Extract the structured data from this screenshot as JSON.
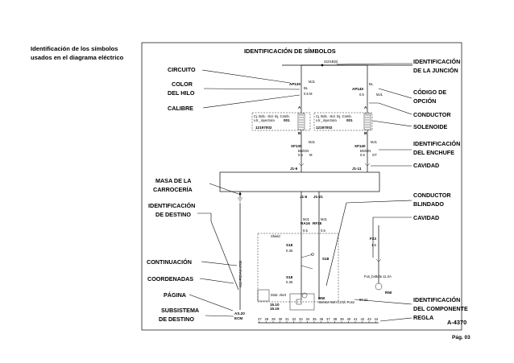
{
  "caption": "Identificación de los símbolos usados en el diagrama eléctrico",
  "page_number": "Pág. 03",
  "diagram": {
    "title": "IDENTIFICACIÓN DE SÍMBOLOS",
    "figure_id": "A-4370",
    "splice_label": "S101B(s)",
    "left_labels": {
      "circuito": "CIRCUITO",
      "color1": "COLOR",
      "color2": "DEL HILO",
      "calibre": "CALIBRE",
      "masa1": "MASA DE LA",
      "masa2": "CARROCERÍA",
      "ident_dest1": "IDENTIFICACIÓN",
      "ident_dest2": "DE DESTINO",
      "continuacion": "CONTINUACIÓN",
      "coordenadas": "COORDENADAS",
      "pagina": "PÁGINA",
      "subsistema1": "SUBSISTEMA",
      "subsistema2": "DE DESTINO"
    },
    "right_labels": {
      "junc1": "IDENTIFICACIÓN",
      "junc2": "DE LA JUNCIÓN",
      "codigo1": "CÓDIGO DE",
      "codigo2": "OPCIÓN",
      "conductor": "CONDUCTOR",
      "solenoide": "SOLENOIDE",
      "enchufe1": "IDENTIFICACIÓN",
      "enchufe2": "DEL ENCHUFE",
      "cavidad1": "CAVIDAD",
      "blindado1": "CONDUCTOR",
      "blindado2": "BLINDADO",
      "cavidad2": "CAVIDAD",
      "comp1": "IDENTIFICACIÓN",
      "comp2": "DEL COMPONENTE",
      "regla": "REGLA"
    },
    "wire_labels": {
      "ap130": "AP130",
      "ap130_color": "BL",
      "ap130_gauge": "0.5",
      "ap140": "AP140",
      "ap140_color": "BL",
      "ap140_gauge": "0.5",
      "m1": "M",
      "m2": "M",
      "xf130": "XF130",
      "xf130_color": "BN/GN",
      "xf130_gauge": "0.5",
      "xf140": "XF140",
      "xf140_color": "BN/GN",
      "xf140_gauge": "0.5",
      "mj1a": "MJ1",
      "mj1b": "MJ1",
      "mj1c": "MJ1",
      "mj1d": "MJ1",
      "cav_left": "J1-9",
      "cav_right": "J1-11",
      "cav_low1": "J1-6",
      "cav_low2": "J1-21",
      "sol1_a": "Cj. Bob. -Sol. Inj. Comb.",
      "sol1_b": "v.tr._inyectora",
      "sol1_num": "001",
      "sol1_code": "12197002",
      "sol2_a": "Cj. Bob. -Sol. Inj. Comb.",
      "sol2_b": "v.tr._inyectora",
      "sol2_num": "001",
      "sol2_code": "12197002",
      "pin_a1": "A",
      "pin_b1": "B",
      "pin_a2": "A",
      "pin_b2": "B",
      "rf15": "RF15",
      "ra16": "RA16",
      "s18a": "S18",
      "s18b": "S18",
      "s18c": "S18",
      "g035a": "0.35",
      "g035b": "0.35",
      "gauge05a": "0.5",
      "gauge05b": "0.5",
      "shield": "Shield",
      "sensor_a": "Sensor Asm Cr/Sh Posn",
      "sensor_num": "B50",
      "sensor_code": "80.22",
      "dist_label": "Distr. Alert",
      "page_ref1": "15.10",
      "page_ref2": "15.16",
      "f23": "F23",
      "f23_gauge": "1.5",
      "r50": "R50",
      "fuse_label": "Fus_bxBcte.11.2A",
      "sub_a": "AS.20",
      "sub_b": "ECM",
      "vert_ref": "A11-F20-A4-4708",
      "gt": "GT"
    },
    "ruler": [
      "27",
      "28",
      "29",
      "30",
      "31",
      "32",
      "33",
      "34",
      "35",
      "36",
      "37",
      "38",
      "39",
      "40",
      "41",
      "42",
      "43",
      "44"
    ]
  }
}
